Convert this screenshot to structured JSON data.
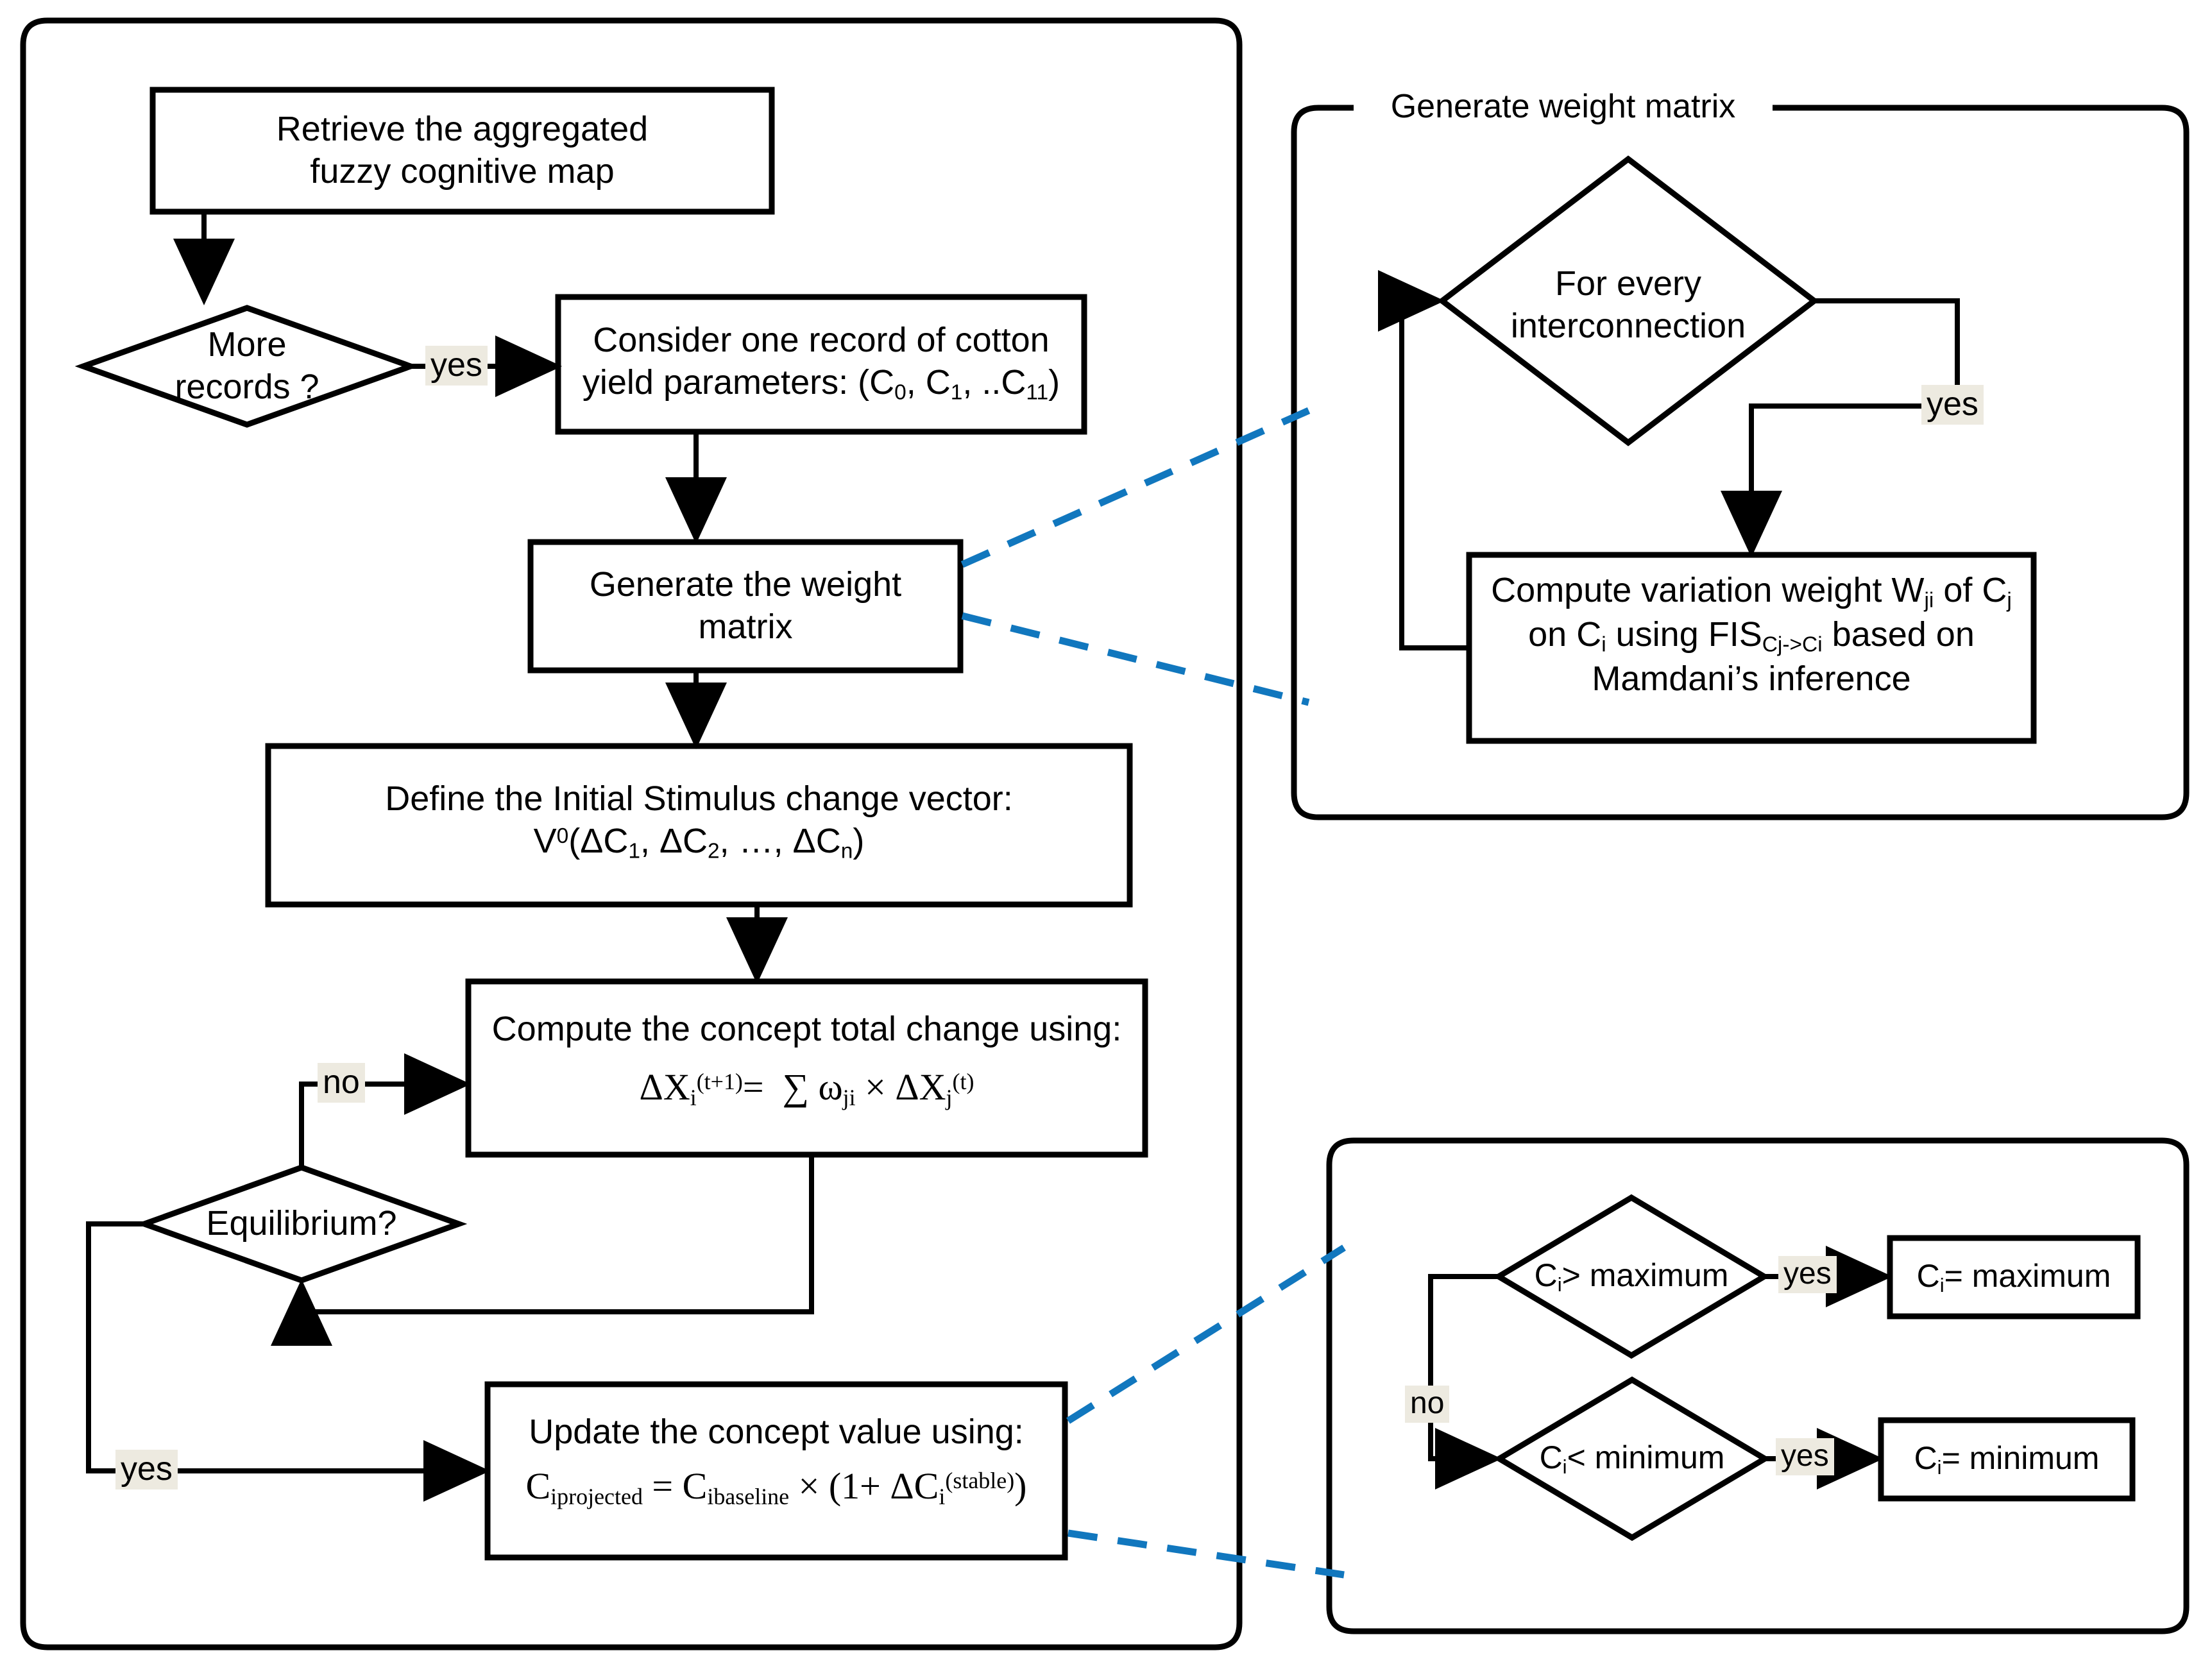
{
  "diagram": {
    "title": "Fuzzy cognitive map cotton yield projection flowchart",
    "colors": {
      "stroke": "#000000",
      "background": "#ffffff",
      "callout_dash": "#1177BE",
      "label_highlight": "#EDEAE0"
    }
  },
  "main_panel": {
    "nodes": {
      "retrieve": "Retrieve the aggregated\nfuzzy cognitive map",
      "more_records": "More\nrecords ?",
      "consider_record_line1": "Consider one record of cotton",
      "consider_record_line2_pre": "yield parameters: (C",
      "consider_record_sub0": "0",
      "consider_record_mid1": ", C",
      "consider_record_sub1": "1",
      "consider_record_mid2": ", ..C",
      "consider_record_sub11": "11",
      "consider_record_end": ")",
      "generate_weight": "Generate the weight\nmatrix",
      "define_stimulus_line1": "Define the Initial Stimulus change vector:",
      "define_stimulus_v": "V",
      "define_stimulus_v_sup": "0",
      "define_stimulus_rest_a": "(ΔC",
      "define_stimulus_sub_1": "1",
      "define_stimulus_rest_b": ", ΔC",
      "define_stimulus_sub_2": "2",
      "define_stimulus_rest_c": ", …, ΔC",
      "define_stimulus_sub_n": "n",
      "define_stimulus_rest_d": ")",
      "compute_change_line1": "Compute the concept total change using:",
      "compute_change_formula_dx": "ΔX",
      "compute_change_sub_i": "i",
      "compute_change_sup_t1": "(t+1)",
      "compute_change_eq": "=",
      "compute_change_sigma": "∑",
      "compute_change_omega": "ω",
      "compute_change_sub_ji": "ji",
      "compute_change_times": "×",
      "compute_change_dx2": "ΔX",
      "compute_change_sub_j": "j",
      "compute_change_sup_t": "(t)",
      "equilibrium": "Equilibrium?",
      "update_line1": "Update the concept value using:",
      "update_c": "C",
      "update_sub_iprojected": "iprojected",
      "update_eq": "=",
      "update_c2": "C",
      "update_sub_ibaseline": "ibaseline",
      "update_times": "×",
      "update_paren_open": "(1+ ΔC",
      "update_sub_i": "i",
      "update_sup_stable": "(stable)",
      "update_paren_close": ")"
    },
    "edge_labels": {
      "more_records_yes": "yes",
      "equilibrium_no": "no",
      "equilibrium_yes": "yes"
    }
  },
  "weight_matrix_panel": {
    "legend_title": "Generate weight matrix",
    "nodes": {
      "for_every_interconnection": "For every\ninterconnection",
      "compute_variation_l1_a": "Compute variation weight W",
      "compute_variation_l1_sub": "ji",
      "compute_variation_l1_b": " of C",
      "compute_variation_l1_sub2": "j",
      "compute_variation_l2_a": "on C",
      "compute_variation_l2_sub": "i",
      "compute_variation_l2_b": " using FIS",
      "compute_variation_l2_sub2": "Cj->Ci",
      "compute_variation_l2_c": " based on",
      "compute_variation_l3": "Mamdani’s inference"
    },
    "edge_labels": {
      "interconnection_yes": "yes"
    }
  },
  "clamp_panel": {
    "nodes": {
      "ci_gt_max_a": "C",
      "ci_gt_max_sub": "i",
      "ci_gt_max_b": "> maximum",
      "ci_eq_max_a": "C",
      "ci_eq_max_sub": "i",
      "ci_eq_max_b": "= maximum",
      "ci_lt_min_a": "C",
      "ci_lt_min_sub": "i",
      "ci_lt_min_b": "< minimum",
      "ci_eq_min_a": "C",
      "ci_eq_min_sub": "i",
      "ci_eq_min_b": "= minimum"
    },
    "edge_labels": {
      "max_yes": "yes",
      "max_no": "no",
      "min_yes": "yes"
    }
  }
}
